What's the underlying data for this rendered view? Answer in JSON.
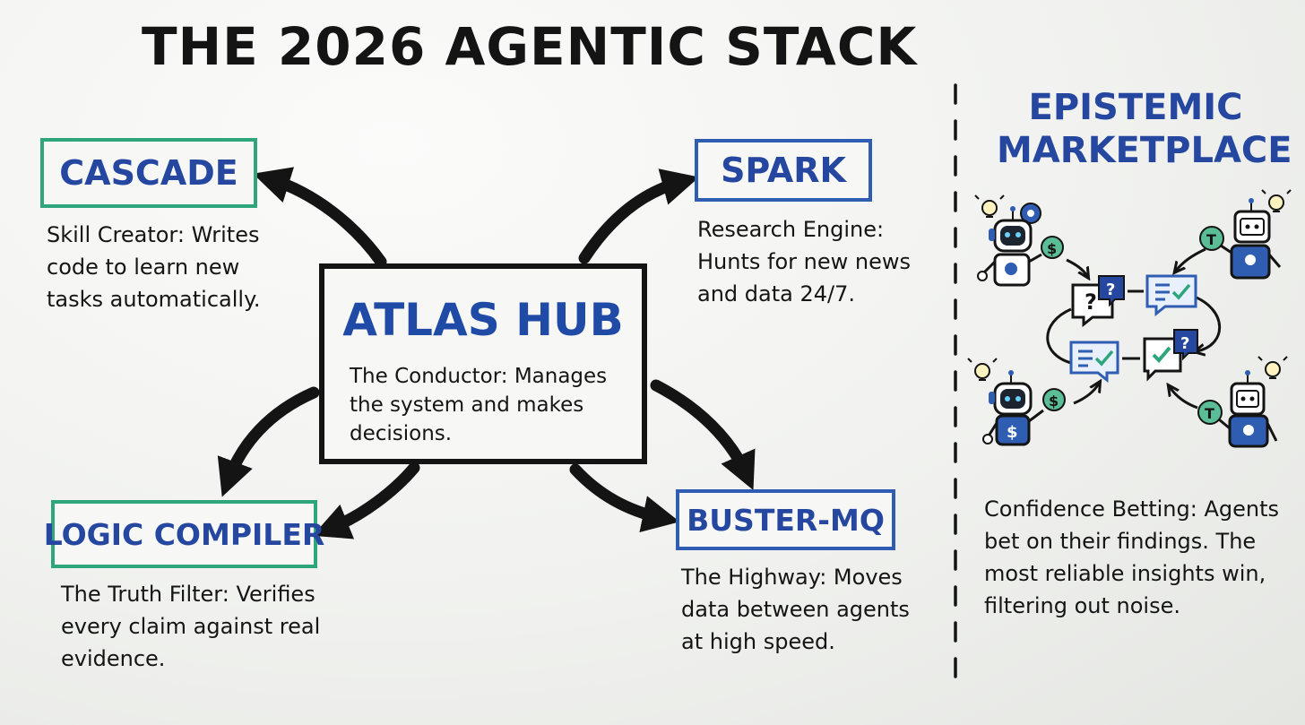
{
  "title": "THE 2026 AGENTIC STACK",
  "hub": {
    "name": "ATLAS HUB",
    "description": "The Conductor: Manages the system and makes decisions."
  },
  "nodes": {
    "cascade": {
      "name": "CASCADE",
      "description": "Skill Creator: Writes code to learn new tasks automatically."
    },
    "spark": {
      "name": "SPARK",
      "description": "Research Engine: Hunts for new news and data 24/7."
    },
    "logic_compiler": {
      "name": "LOGIC COMPILER",
      "description": "The Truth Filter: Verifies every claim against real evidence."
    },
    "buster_mq": {
      "name": "BUSTER-MQ",
      "description": "The Highway: Moves data between agents at high speed."
    }
  },
  "marketplace": {
    "title": "EPISTEMIC MARKETPLACE",
    "description": "Confidence Betting: Agents bet on their findings. The most reliable insights win, filtering out noise.",
    "glyphs": {
      "question": "?",
      "dollar": "$",
      "token": "T"
    }
  },
  "colors": {
    "ink": "#151515",
    "blue": "#2547a0",
    "green": "#2fa57e",
    "board": "#f2f3f0"
  },
  "icons": [
    "robot-icon",
    "lightbulb-icon",
    "gear-icon",
    "dollar-coin-icon",
    "token-coin-icon",
    "question-bubble-icon",
    "checklist-bubble-icon"
  ]
}
